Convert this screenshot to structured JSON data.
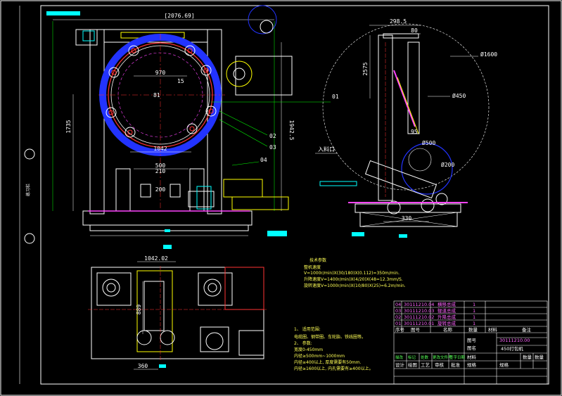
{
  "side_label": "练习栏",
  "dimensions": {
    "overall_width": "[2076.69]",
    "d970": "970",
    "d15": "15",
    "d81": "81",
    "d1042": "1042",
    "d500": "500",
    "d210": "210",
    "d200": "200",
    "h1735": "1735",
    "h19425": "1942.5",
    "d2985": "298.5",
    "d80": "80",
    "d2575": "2575",
    "dia1600": "Ø1600",
    "dia450": "Ø450",
    "dia500": "Ø500",
    "dia200": "Ø200",
    "d95": "95",
    "d330": "330",
    "plan_width": "1042.02",
    "plan_height": "889",
    "plan_360": "360"
  },
  "callouts": [
    "01",
    "02",
    "03",
    "04"
  ],
  "material_inlet": "入料口",
  "tech_params": {
    "title": "技术参数",
    "subtitle": "整机速度",
    "lines": [
      "V=1000r/min)X(30/180)X(0.112)=350m/min.",
      "升降速度V=1400r/min)X(4/20)X(48=12.3mm/S.",
      "旋转速度V=1000r/min)X(10/80)X(25)=6.2m/min."
    ]
  },
  "requirements": {
    "lines": [
      "1、 适用范围:",
      "电缆圈、钢带圈、车轮胎、铁线圈等。",
      "2、 参数:",
      "宽度0-450mm",
      "内径≥500mm~1000mm",
      "内径≥400以上, 厚度需要有50mm.",
      "内径≥1600以上, 内孔需要有≥400以上。"
    ]
  },
  "parts_table": {
    "rows": [
      {
        "no": "04",
        "code": "30111210.04",
        "name": "横移总成",
        "qty": "1"
      },
      {
        "no": "03",
        "code": "30111210.03",
        "name": "辊道总成",
        "qty": "1"
      },
      {
        "no": "02",
        "code": "30111210.02",
        "name": "升降总成",
        "qty": "1"
      },
      {
        "no": "01",
        "code": "30111210.01",
        "name": "旋转总成",
        "qty": "1"
      }
    ],
    "header": {
      "no": "序号",
      "code": "图号",
      "name": "名称",
      "qty": "数量",
      "material": "材料",
      "remark": "备注"
    }
  },
  "title_block": {
    "drawing_no_label": "图号",
    "drawing_no": "30111210.00",
    "name_label": "图名",
    "name": "450打包机",
    "material_label": "材料",
    "scale_label": "规格",
    "qty_label": "数量",
    "qty_label2": "数量",
    "spec_label": "规格",
    "rev_labels": [
      "描改",
      "标记",
      "处数",
      "更改文件号",
      "签字日期"
    ],
    "sign_labels": [
      "设计",
      "绘图",
      "工艺",
      "审核",
      "批准"
    ]
  }
}
